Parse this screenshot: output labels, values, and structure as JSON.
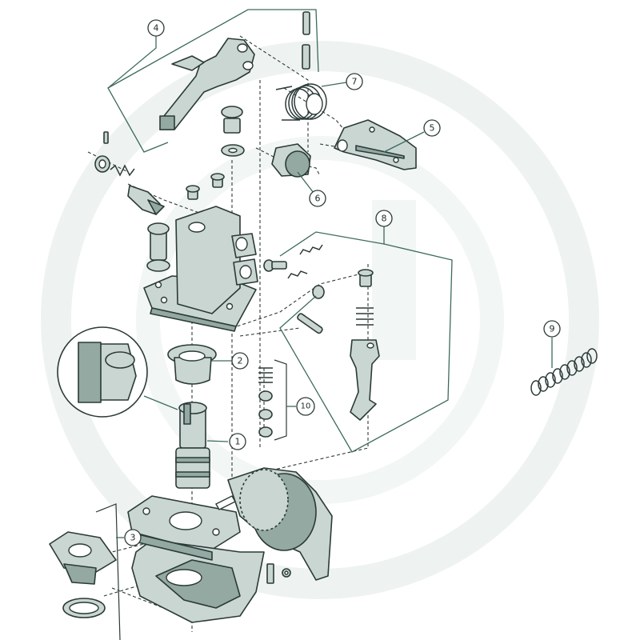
{
  "watermark": {
    "color": "#eef3f1"
  },
  "colors": {
    "part_fill": "#c9d6d1",
    "part_shade": "#93a9a2",
    "outline": "#2b3a37",
    "leader": "#3d6a5e"
  },
  "callouts": [
    {
      "id": "1",
      "label": "1"
    },
    {
      "id": "2",
      "label": "2"
    },
    {
      "id": "3",
      "label": "3"
    },
    {
      "id": "4",
      "label": "4"
    },
    {
      "id": "5",
      "label": "5"
    },
    {
      "id": "6",
      "label": "6"
    },
    {
      "id": "7",
      "label": "7"
    },
    {
      "id": "8",
      "label": "8"
    },
    {
      "id": "9",
      "label": "9"
    },
    {
      "id": "10",
      "label": "10"
    }
  ]
}
